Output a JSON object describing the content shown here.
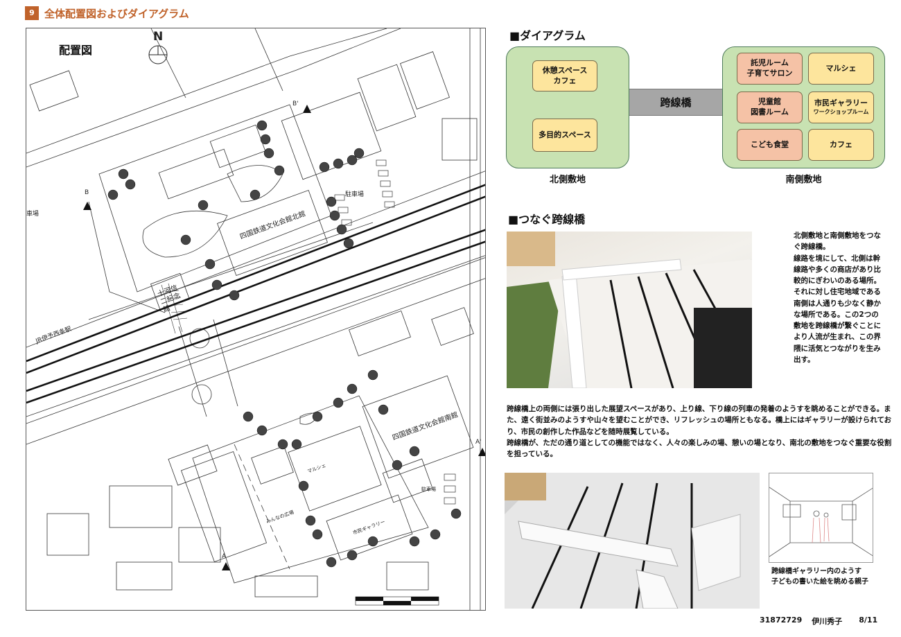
{
  "header": {
    "number": "9",
    "title": "全体配置図およびダイアグラム"
  },
  "site_plan": {
    "title": "配置図",
    "north": "N",
    "labels": {
      "parking_north": "駐車場",
      "north_hall": "四国鉄道文化会館北館",
      "memorial": "十河信二記念館",
      "station": "JR伊予西条駅",
      "south_hall": "四国鉄道文化会館南館",
      "parking_south": "駐車場",
      "plaza": "みんなの広場",
      "marche": "マルシェ",
      "gallery": "市民ギャラリー",
      "parking_west": "車場"
    },
    "section_marks": [
      "B",
      "B'",
      "A",
      "A'"
    ]
  },
  "diagram": {
    "heading": "■ダイアグラム",
    "north": {
      "label": "北側敷地",
      "items": [
        {
          "lines": [
            "休憩スペース",
            "カフェ"
          ]
        },
        {
          "lines": [
            "多目的スペース"
          ]
        }
      ]
    },
    "bridge": "跨線橋",
    "south": {
      "label": "南側敷地",
      "items": [
        {
          "lines": [
            "託児ルーム",
            "子育てサロン"
          ]
        },
        {
          "lines": [
            "マルシェ"
          ]
        },
        {
          "lines": [
            "児童館",
            "図書ルーム"
          ]
        },
        {
          "lines": [
            "市民ギャラリー"
          ],
          "sub": "ワークショップルーム"
        },
        {
          "lines": [
            "こども食堂"
          ]
        },
        {
          "lines": [
            "カフェ"
          ]
        }
      ]
    },
    "colors": {
      "site": "#c8e2b2",
      "yellow": "#fde59d",
      "peach": "#f5c2a6",
      "bridge": "#a6a6a6"
    }
  },
  "bridge_section": {
    "heading": "■つなぐ跨線橋",
    "side_text": "北側敷地と南側敷地をつなぐ跨線橋。\n線路を境にして、北側は幹線路や多くの商店があり比較的にぎわいのある場所。それに対し住宅地域である南側は人通りも少なく静かな場所である。この2つの敷地を跨線橋が繋ぐことにより人流が生まれ、この界隈に活気とつながりを生み出す。",
    "body": "跨線橋上の両側には張り出した展望スペースがあり、上り線、下り線の列車の発着のようすを眺めることができる。また、遠く街並みのようすや山々を望むことができ、リフレッシュの場所ともなる。橋上にはギャラリーが設けられており、市民の創作した作品などを随時展覧している。\n跨線橋が、ただの通り道としての機能ではなく、人々の楽しみの場、憩いの場となり、南北の敷地をつなぐ重要な役割を担っている。",
    "caption": "跨線橋ギャラリー内のようす\n子どもの書いた絵を眺める親子"
  },
  "footer": {
    "student_id": "31872729",
    "name": "伊川秀子",
    "page": "8/11"
  }
}
